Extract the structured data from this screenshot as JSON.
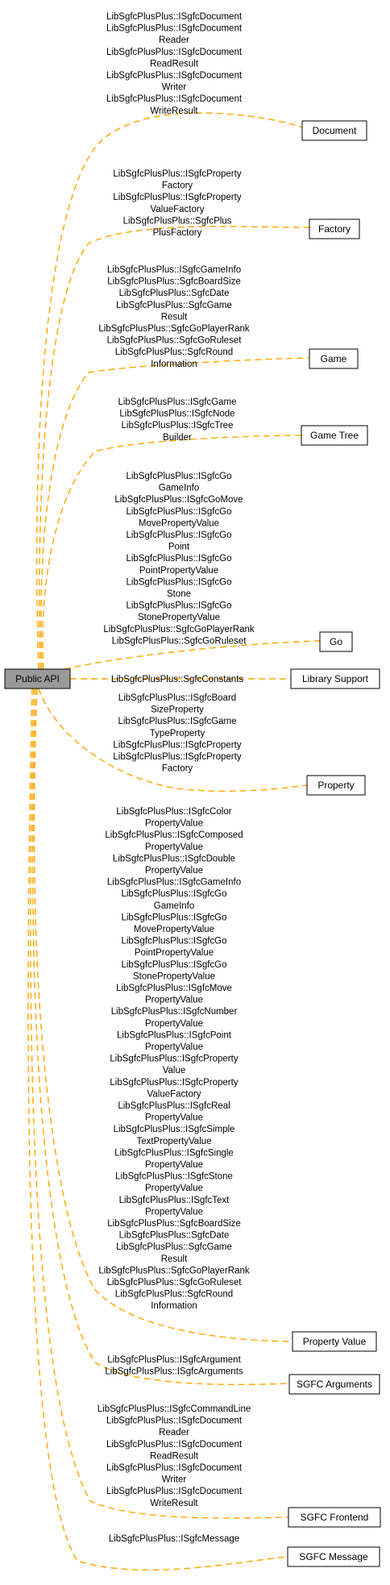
{
  "diagram": {
    "root": {
      "label": "Public API"
    },
    "edge_color": "#FFA500",
    "root_color": "#999999",
    "groups": [
      {
        "label": "Document",
        "members": [
          "LibSgfcPlusPlus::ISgfcDocument",
          "LibSgfcPlusPlus::ISgfcDocument Reader",
          "LibSgfcPlusPlus::ISgfcDocument ReadResult",
          "LibSgfcPlusPlus::ISgfcDocument Writer",
          "LibSgfcPlusPlus::ISgfcDocument WriteResult"
        ],
        "label_lines": [
          "LibSgfcPlusPlus::ISgfcDocument",
          "LibSgfcPlusPlus::ISgfcDocument",
          "Reader",
          "LibSgfcPlusPlus::ISgfcDocument",
          "ReadResult",
          "LibSgfcPlusPlus::ISgfcDocument",
          "Writer",
          "LibSgfcPlusPlus::ISgfcDocument",
          "WriteResult"
        ]
      },
      {
        "label": "Factory",
        "members": [
          "LibSgfcPlusPlus::ISgfcProperty Factory",
          "LibSgfcPlusPlus::ISgfcProperty ValueFactory",
          "LibSgfcPlusPlus::SgfcPlus PlusFactory"
        ],
        "label_lines": [
          "LibSgfcPlusPlus::ISgfcProperty",
          "Factory",
          "LibSgfcPlusPlus::ISgfcProperty",
          "ValueFactory",
          "LibSgfcPlusPlus::SgfcPlus",
          "PlusFactory"
        ]
      },
      {
        "label": "Game",
        "members": [
          "LibSgfcPlusPlus::ISgfcGameInfo",
          "LibSgfcPlusPlus::SgfcBoardSize",
          "LibSgfcPlusPlus::SgfcDate",
          "LibSgfcPlusPlus::SgfcGame Result",
          "LibSgfcPlusPlus::SgfcGoPlayerRank",
          "LibSgfcPlusPlus::SgfcGoRuleset",
          "LibSgfcPlusPlus::SgfcRound Information"
        ],
        "label_lines": [
          "LibSgfcPlusPlus::ISgfcGameInfo",
          "LibSgfcPlusPlus::SgfcBoardSize",
          "LibSgfcPlusPlus::SgfcDate",
          "LibSgfcPlusPlus::SgfcGame",
          "Result",
          "LibSgfcPlusPlus::SgfcGoPlayerRank",
          "LibSgfcPlusPlus::SgfcGoRuleset",
          "LibSgfcPlusPlus::SgfcRound",
          "Information"
        ]
      },
      {
        "label": "Game Tree",
        "members": [
          "LibSgfcPlusPlus::ISgfcGame",
          "LibSgfcPlusPlus::ISgfcNode",
          "LibSgfcPlusPlus::ISgfcTree Builder"
        ],
        "label_lines": [
          "LibSgfcPlusPlus::ISgfcGame",
          "LibSgfcPlusPlus::ISgfcNode",
          "LibSgfcPlusPlus::ISgfcTree",
          "Builder"
        ]
      },
      {
        "label": "Go",
        "members": [
          "LibSgfcPlusPlus::ISgfcGo GameInfo",
          "LibSgfcPlusPlus::ISgfcGoMove",
          "LibSgfcPlusPlus::ISgfcGo MovePropertyValue",
          "LibSgfcPlusPlus::ISgfcGo Point",
          "LibSgfcPlusPlus::ISgfcGo PointPropertyValue",
          "LibSgfcPlusPlus::ISgfcGo Stone",
          "LibSgfcPlusPlus::ISgfcGo StonePropertyValue",
          "LibSgfcPlusPlus::SgfcGoPlayerRank",
          "LibSgfcPlusPlus::SgfcGoRuleset"
        ],
        "label_lines": [
          "LibSgfcPlusPlus::ISgfcGo",
          "GameInfo",
          "LibSgfcPlusPlus::ISgfcGoMove",
          "LibSgfcPlusPlus::ISgfcGo",
          "MovePropertyValue",
          "LibSgfcPlusPlus::ISgfcGo",
          "Point",
          "LibSgfcPlusPlus::ISgfcGo",
          "PointPropertyValue",
          "LibSgfcPlusPlus::ISgfcGo",
          "Stone",
          "LibSgfcPlusPlus::ISgfcGo",
          "StonePropertyValue",
          "LibSgfcPlusPlus::SgfcGoPlayerRank",
          "LibSgfcPlusPlus::SgfcGoRuleset"
        ]
      },
      {
        "label": "Library Support",
        "members": [
          "LibSgfcPlusPlus::SgfcConstants"
        ],
        "label_lines": [
          "LibSgfcPlusPlus::SgfcConstants"
        ]
      },
      {
        "label": "Property",
        "members": [
          "LibSgfcPlusPlus::ISgfcBoard SizeProperty",
          "LibSgfcPlusPlus::ISgfcGame TypeProperty",
          "LibSgfcPlusPlus::ISgfcProperty",
          "LibSgfcPlusPlus::ISgfcProperty Factory"
        ],
        "label_lines": [
          "LibSgfcPlusPlus::ISgfcBoard",
          "SizeProperty",
          "LibSgfcPlusPlus::ISgfcGame",
          "TypeProperty",
          "LibSgfcPlusPlus::ISgfcProperty",
          "LibSgfcPlusPlus::ISgfcProperty",
          "Factory"
        ]
      },
      {
        "label": "Property Value",
        "members": [
          "LibSgfcPlusPlus::ISgfcColor PropertyValue",
          "LibSgfcPlusPlus::ISgfcComposed PropertyValue",
          "LibSgfcPlusPlus::ISgfcDouble PropertyValue",
          "LibSgfcPlusPlus::ISgfcGameInfo",
          "LibSgfcPlusPlus::ISgfcGo GameInfo",
          "LibSgfcPlusPlus::ISgfcGo MovePropertyValue",
          "LibSgfcPlusPlus::ISgfcGo PointPropertyValue",
          "LibSgfcPlusPlus::ISgfcGo StonePropertyValue",
          "LibSgfcPlusPlus::ISgfcMove PropertyValue",
          "LibSgfcPlusPlus::ISgfcNumber PropertyValue",
          "LibSgfcPlusPlus::ISgfcPoint PropertyValue",
          "LibSgfcPlusPlus::ISgfcProperty Value",
          "LibSgfcPlusPlus::ISgfcProperty ValueFactory",
          "LibSgfcPlusPlus::ISgfcReal PropertyValue",
          "LibSgfcPlusPlus::ISgfcSimple TextPropertyValue",
          "LibSgfcPlusPlus::ISgfcSingle PropertyValue",
          "LibSgfcPlusPlus::ISgfcStone PropertyValue",
          "LibSgfcPlusPlus::ISgfcText PropertyValue",
          "LibSgfcPlusPlus::SgfcBoardSize",
          "LibSgfcPlusPlus::SgfcDate",
          "LibSgfcPlusPlus::SgfcGame Result",
          "LibSgfcPlusPlus::SgfcGoPlayerRank",
          "LibSgfcPlusPlus::SgfcGoRuleset",
          "LibSgfcPlusPlus::SgfcRound Information"
        ],
        "label_lines": [
          "LibSgfcPlusPlus::ISgfcColor",
          "PropertyValue",
          "LibSgfcPlusPlus::ISgfcComposed",
          "PropertyValue",
          "LibSgfcPlusPlus::ISgfcDouble",
          "PropertyValue",
          "LibSgfcPlusPlus::ISgfcGameInfo",
          "LibSgfcPlusPlus::ISgfcGo",
          "GameInfo",
          "LibSgfcPlusPlus::ISgfcGo",
          "MovePropertyValue",
          "LibSgfcPlusPlus::ISgfcGo",
          "PointPropertyValue",
          "LibSgfcPlusPlus::ISgfcGo",
          "StonePropertyValue",
          "LibSgfcPlusPlus::ISgfcMove",
          "PropertyValue",
          "LibSgfcPlusPlus::ISgfcNumber",
          "PropertyValue",
          "LibSgfcPlusPlus::ISgfcPoint",
          "PropertyValue",
          "LibSgfcPlusPlus::ISgfcProperty",
          "Value",
          "LibSgfcPlusPlus::ISgfcProperty",
          "ValueFactory",
          "LibSgfcPlusPlus::ISgfcReal",
          "PropertyValue",
          "LibSgfcPlusPlus::ISgfcSimple",
          "TextPropertyValue",
          "LibSgfcPlusPlus::ISgfcSingle",
          "PropertyValue",
          "LibSgfcPlusPlus::ISgfcStone",
          "PropertyValue",
          "LibSgfcPlusPlus::ISgfcText",
          "PropertyValue",
          "LibSgfcPlusPlus::SgfcBoardSize",
          "LibSgfcPlusPlus::SgfcDate",
          "LibSgfcPlusPlus::SgfcGame",
          "Result",
          "LibSgfcPlusPlus::SgfcGoPlayerRank",
          "LibSgfcPlusPlus::SgfcGoRuleset",
          "LibSgfcPlusPlus::SgfcRound",
          "Information"
        ]
      },
      {
        "label": "SGFC Arguments",
        "members": [
          "LibSgfcPlusPlus::ISgfcArgument",
          "LibSgfcPlusPlus::ISgfcArguments"
        ],
        "label_lines": [
          "LibSgfcPlusPlus::ISgfcArgument",
          "LibSgfcPlusPlus::ISgfcArguments"
        ]
      },
      {
        "label": "SGFC Frontend",
        "members": [
          "LibSgfcPlusPlus::ISgfcCommandLine",
          "LibSgfcPlusPlus::ISgfcDocument Reader",
          "LibSgfcPlusPlus::ISgfcDocument ReadResult",
          "LibSgfcPlusPlus::ISgfcDocument Writer",
          "LibSgfcPlusPlus::ISgfcDocument WriteResult"
        ],
        "label_lines": [
          "LibSgfcPlusPlus::ISgfcCommandLine",
          "LibSgfcPlusPlus::ISgfcDocument",
          "Reader",
          "LibSgfcPlusPlus::ISgfcDocument",
          "ReadResult",
          "LibSgfcPlusPlus::ISgfcDocument",
          "Writer",
          "LibSgfcPlusPlus::ISgfcDocument",
          "WriteResult"
        ]
      },
      {
        "label": "SGFC Message",
        "members": [
          "LibSgfcPlusPlus::ISgfcMessage"
        ],
        "label_lines": [
          "LibSgfcPlusPlus::ISgfcMessage"
        ]
      }
    ]
  }
}
